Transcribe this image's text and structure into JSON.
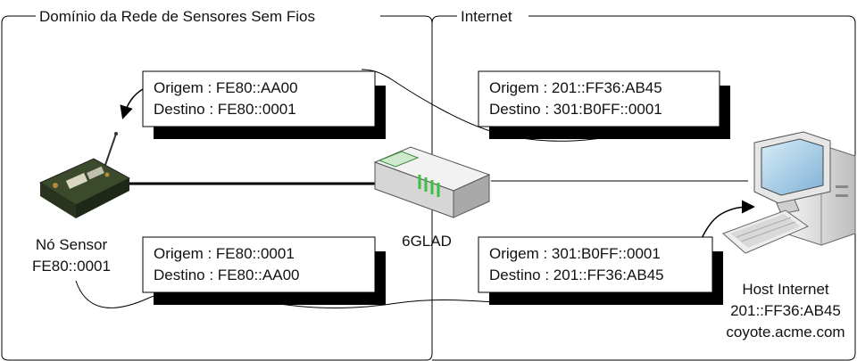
{
  "regions": {
    "sensor_domain": "Domínio da Rede de Sensores Sem Fios",
    "internet": "Internet"
  },
  "nodes": {
    "sensor": {
      "name": "Nó Sensor",
      "address": "FE80::0001",
      "icon": "sensor-board-icon"
    },
    "gateway": {
      "name": "6GLAD",
      "icon": "router-icon"
    },
    "host": {
      "name": "Host Internet",
      "address": "201::FF36:AB45",
      "hostname": "coyote.acme.com",
      "icon": "desktop-computer-icon"
    }
  },
  "packets": {
    "sensor_in": {
      "origin": "Origem : FE80::AA00",
      "destination": "Destino : FE80::0001"
    },
    "internet_in": {
      "origin": "Origem : 201::FF36:AB45",
      "destination": "Destino : 301:B0FF::0001"
    },
    "sensor_out": {
      "origin": "Origem : FE80::0001",
      "destination": "Destino : FE80::AA00"
    },
    "internet_out": {
      "origin": "Origem : 301:B0FF::0001",
      "destination": "Destino : 201::FF36:AB45"
    }
  },
  "colors": {
    "line": "#000000",
    "box_shadow": "#000000",
    "router_green": "#3fbf3f",
    "sensor_board": "#3a4a2a"
  }
}
